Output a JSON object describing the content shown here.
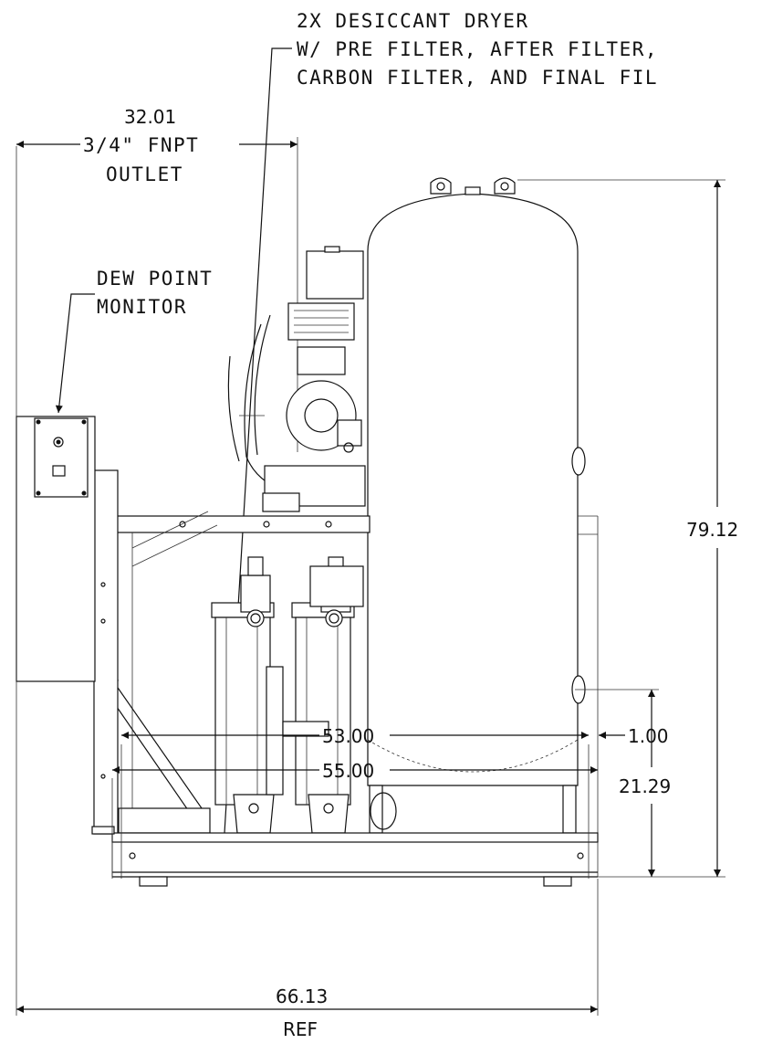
{
  "callouts": {
    "dryer_line1": "2X DESICCANT DRYER",
    "dryer_line2": "W/ PRE FILTER, AFTER FILTER,",
    "dryer_line3": "CARBON FILTER, AND FINAL FIL",
    "outlet_line1": "3/4\" FNPT",
    "outlet_line2": "OUTLET",
    "monitor_line1": "DEW POINT",
    "monitor_line2": "MONITOR"
  },
  "dimensions": {
    "outlet_offset": "32.01",
    "overall_height": "79.12",
    "outlet_height": "21.29",
    "base_inner_width": "53.00",
    "base_gap": "1.00",
    "base_outer_width": "55.00",
    "overall_width": "66.13",
    "overall_width_note": "REF"
  }
}
